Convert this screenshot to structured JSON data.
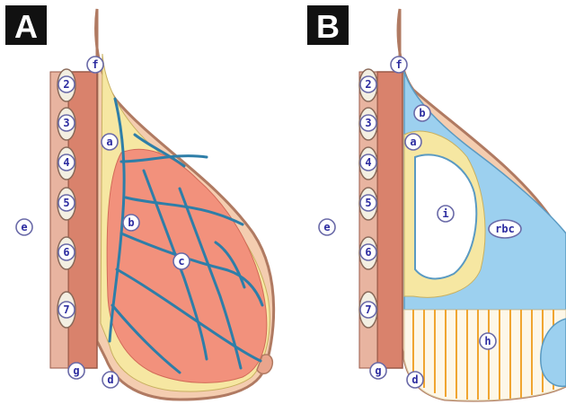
{
  "panels": [
    {
      "id": "A",
      "labels": {
        "title": "A",
        "f": "f",
        "r2": "2",
        "r3": "3",
        "r4": "4",
        "r5": "5",
        "r6": "6",
        "r7": "7",
        "a": "a",
        "b": "b",
        "c": "c",
        "e": "e",
        "g": "g",
        "d": "d"
      }
    },
    {
      "id": "B",
      "labels": {
        "title": "B",
        "f": "f",
        "r2": "2",
        "r3": "3",
        "r4": "4",
        "r5": "5",
        "r6": "6",
        "r7": "7",
        "a": "a",
        "b": "b",
        "i": "i",
        "rbc": "rbc",
        "e": "e",
        "h": "h",
        "g": "g",
        "d": "d"
      }
    }
  ],
  "colors": {
    "skin": "#f4cdb0",
    "skin_edge": "#b07a62",
    "fat": "#f6e7a2",
    "gland": "#f2917c",
    "vessel": "#2e7ea8",
    "muscle": "#d9826c",
    "implant_capsule": "#9cd0ef",
    "mesh": "#f0a530"
  }
}
